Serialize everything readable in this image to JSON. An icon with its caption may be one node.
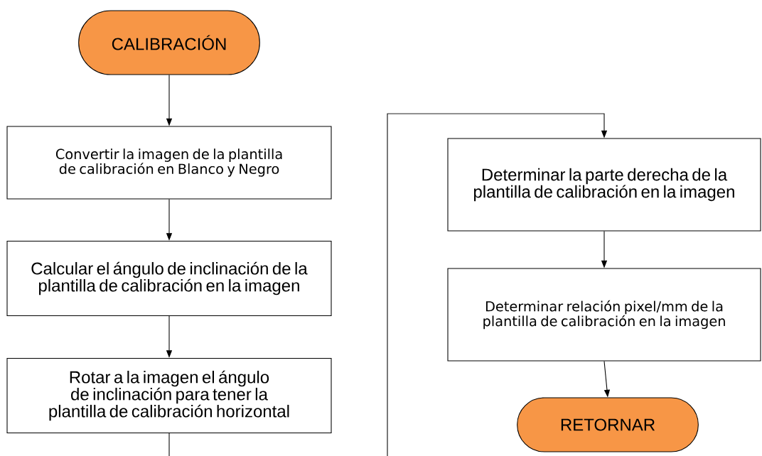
{
  "diagram": {
    "nodes": [
      {
        "text": [
          "CALIBRACIÓN"
        ]
      },
      {
        "text": [
          "Convertir la imagen de la plantilla de calibración en Blanco y Negro"
        ]
      },
      {
        "text": [
          "Calcular el ángulo de inclinación de la plantilla de calibración en la imagen"
        ]
      },
      {
        "text": [
          "Rotar a la imagen el ángulo de inclinación para tener la plantilla de calibración horizontal"
        ]
      },
      {
        "text": [
          "Determinar la parte derecha de la plantilla de calibración en la imagen"
        ]
      },
      {
        "text": [
          "Determinar relación pixel/mm de la plantilla de calibración en la imagen"
        ]
      },
      {
        "text": [
          "RETORNAR"
        ]
      }
    ],
    "edges": [
      {
        "from": 0,
        "to": 1,
        "arrow": "to"
      },
      {
        "from": 1,
        "to": 2,
        "arrow": "to"
      },
      {
        "from": 2,
        "to": 3,
        "arrow": "to"
      },
      {
        "from": 3,
        "to": null,
        "arrow": "none"
      },
      {
        "from": null,
        "to": 4,
        "arrow": "to"
      },
      {
        "from": 4,
        "to": 5,
        "arrow": "to"
      },
      {
        "from": 5,
        "to": 6,
        "arrow": "to"
      }
    ]
  }
}
